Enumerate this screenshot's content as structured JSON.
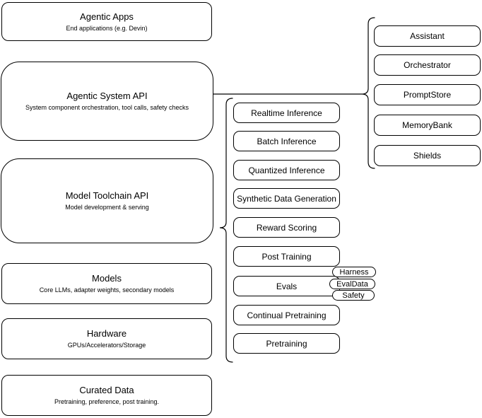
{
  "colors": {
    "stroke": "#000000",
    "fill": "#ffffff",
    "text": "#000000"
  },
  "left_stack": [
    {
      "title": "Agentic Apps",
      "subtitle": "End applications (e.g. Devin)"
    },
    {
      "title": "Agentic System API",
      "subtitle": "System component orchestration, tool calls, safety checks"
    },
    {
      "title": "Model Toolchain API",
      "subtitle": "Model development & serving"
    },
    {
      "title": "Models",
      "subtitle": "Core LLMs, adapter weights, secondary models"
    },
    {
      "title": "Hardware",
      "subtitle": "GPUs/Accelerators/Storage"
    },
    {
      "title": "Curated Data",
      "subtitle": "Pretraining, preference, post training."
    }
  ],
  "toolchain_items": [
    "Realtime Inference",
    "Batch Inference",
    "Quantized Inference",
    "Synthetic Data Generation",
    "Reward Scoring",
    "Post Training",
    "Evals",
    "Continual Pretraining",
    "Pretraining"
  ],
  "evals_tags": [
    "Harness",
    "EvalData",
    "Safety"
  ],
  "system_items": [
    "Assistant",
    "Orchestrator",
    "PromptStore",
    "MemoryBank",
    "Shields"
  ]
}
